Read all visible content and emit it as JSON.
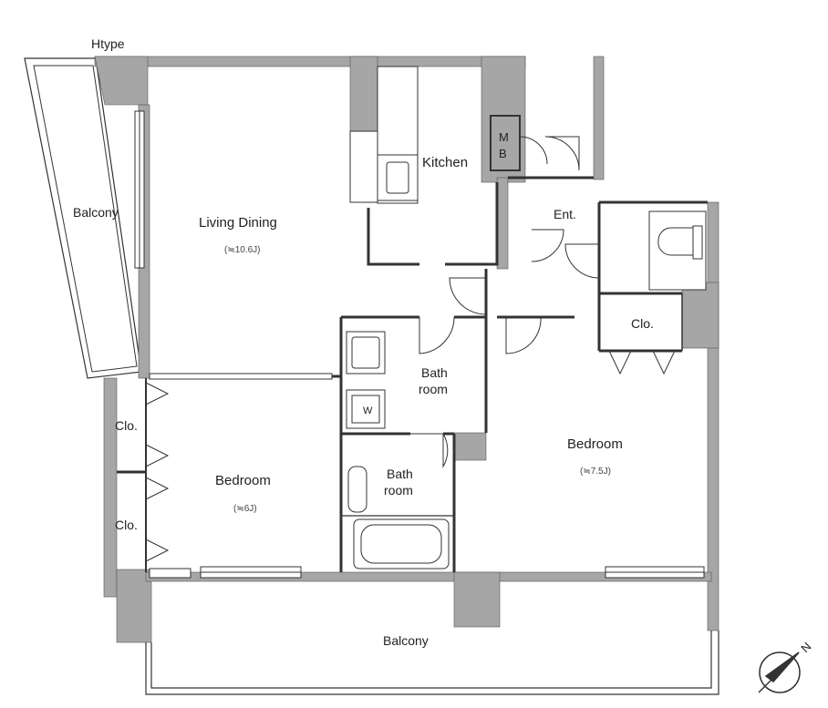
{
  "plan": {
    "type_label": "Htype",
    "compass_label": "N",
    "colors": {
      "wall": "#a6a6a6",
      "line": "#333333",
      "background": "#ffffff"
    }
  },
  "rooms": {
    "balcony_west": "Balcony",
    "living_dining": "Living Dining",
    "living_dining_size": "(≒10.6J)",
    "kitchen": "Kitchen",
    "mb_top": "M",
    "mb_bottom": "B",
    "entrance": "Ent.",
    "closet_east": "Clo.",
    "bathroom_upper_line1": "Bath",
    "bathroom_upper_line2": "room",
    "washer": "W",
    "bathroom_lower_line1": "Bath",
    "bathroom_lower_line2": "room",
    "bedroom_east": "Bedroom",
    "bedroom_east_size": "(≒7.5J)",
    "closet_west_upper": "Clo.",
    "closet_west_lower": "Clo.",
    "bedroom_west": "Bedroom",
    "bedroom_west_size": "(≒6J)",
    "balcony_south": "Balcony"
  }
}
